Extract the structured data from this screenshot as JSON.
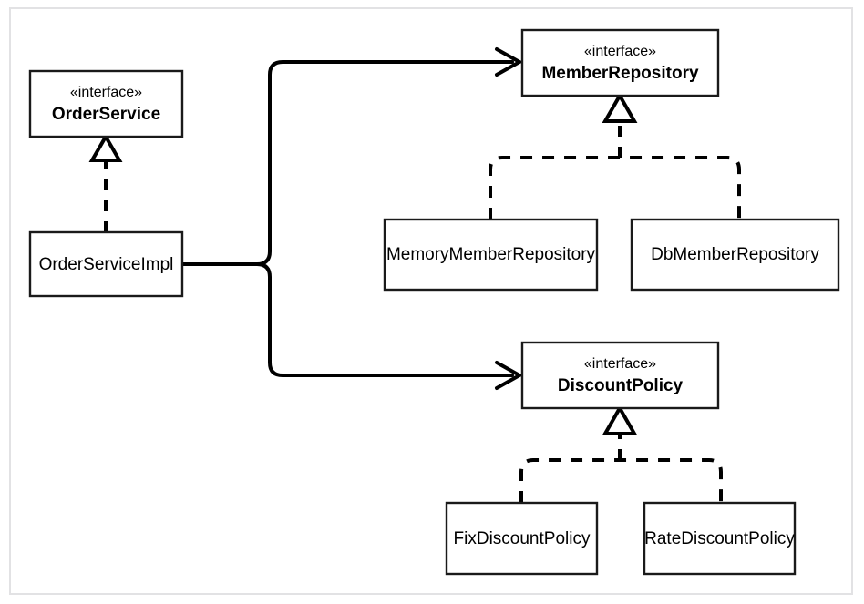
{
  "diagram": {
    "kind": "uml-class-diagram",
    "title": "",
    "background_color": "#ffffff",
    "frame_border_color": "#e2e2e4",
    "line_color": "#000000",
    "box_fill_color": "#ffffff",
    "box_border_color": "#1a1a1a",
    "stereotype_label": "«interface»"
  },
  "nodes": {
    "order_service": {
      "stereotype": "«interface»",
      "name": "OrderService",
      "type": "interface"
    },
    "order_service_impl": {
      "stereotype": "",
      "name": "OrderServiceImpl",
      "type": "class"
    },
    "member_repository": {
      "stereotype": "«interface»",
      "name": "MemberRepository",
      "type": "interface"
    },
    "memory_member_repository": {
      "stereotype": "",
      "name": "MemoryMemberRepository",
      "type": "class"
    },
    "db_member_repository": {
      "stereotype": "",
      "name": "DbMemberRepository",
      "type": "class"
    },
    "discount_policy": {
      "stereotype": "«interface»",
      "name": "DiscountPolicy",
      "type": "interface"
    },
    "fix_discount_policy": {
      "stereotype": "",
      "name": "FixDiscountPolicy",
      "type": "class"
    },
    "rate_discount_policy": {
      "stereotype": "",
      "name": "RateDiscountPolicy",
      "type": "class"
    }
  },
  "edges": [
    {
      "from": "order_service_impl",
      "to": "order_service",
      "kind": "realization",
      "style": "dashed",
      "head": "hollow-triangle"
    },
    {
      "from": "order_service_impl",
      "to": "member_repository",
      "kind": "association",
      "style": "solid",
      "head": "open-arrow"
    },
    {
      "from": "order_service_impl",
      "to": "discount_policy",
      "kind": "association",
      "style": "solid",
      "head": "open-arrow"
    },
    {
      "from": "memory_member_repository",
      "to": "member_repository",
      "kind": "realization",
      "style": "dashed",
      "head": "hollow-triangle"
    },
    {
      "from": "db_member_repository",
      "to": "member_repository",
      "kind": "realization",
      "style": "dashed",
      "head": "hollow-triangle"
    },
    {
      "from": "fix_discount_policy",
      "to": "discount_policy",
      "kind": "realization",
      "style": "dashed",
      "head": "hollow-triangle"
    },
    {
      "from": "rate_discount_policy",
      "to": "discount_policy",
      "kind": "realization",
      "style": "dashed",
      "head": "hollow-triangle"
    }
  ]
}
